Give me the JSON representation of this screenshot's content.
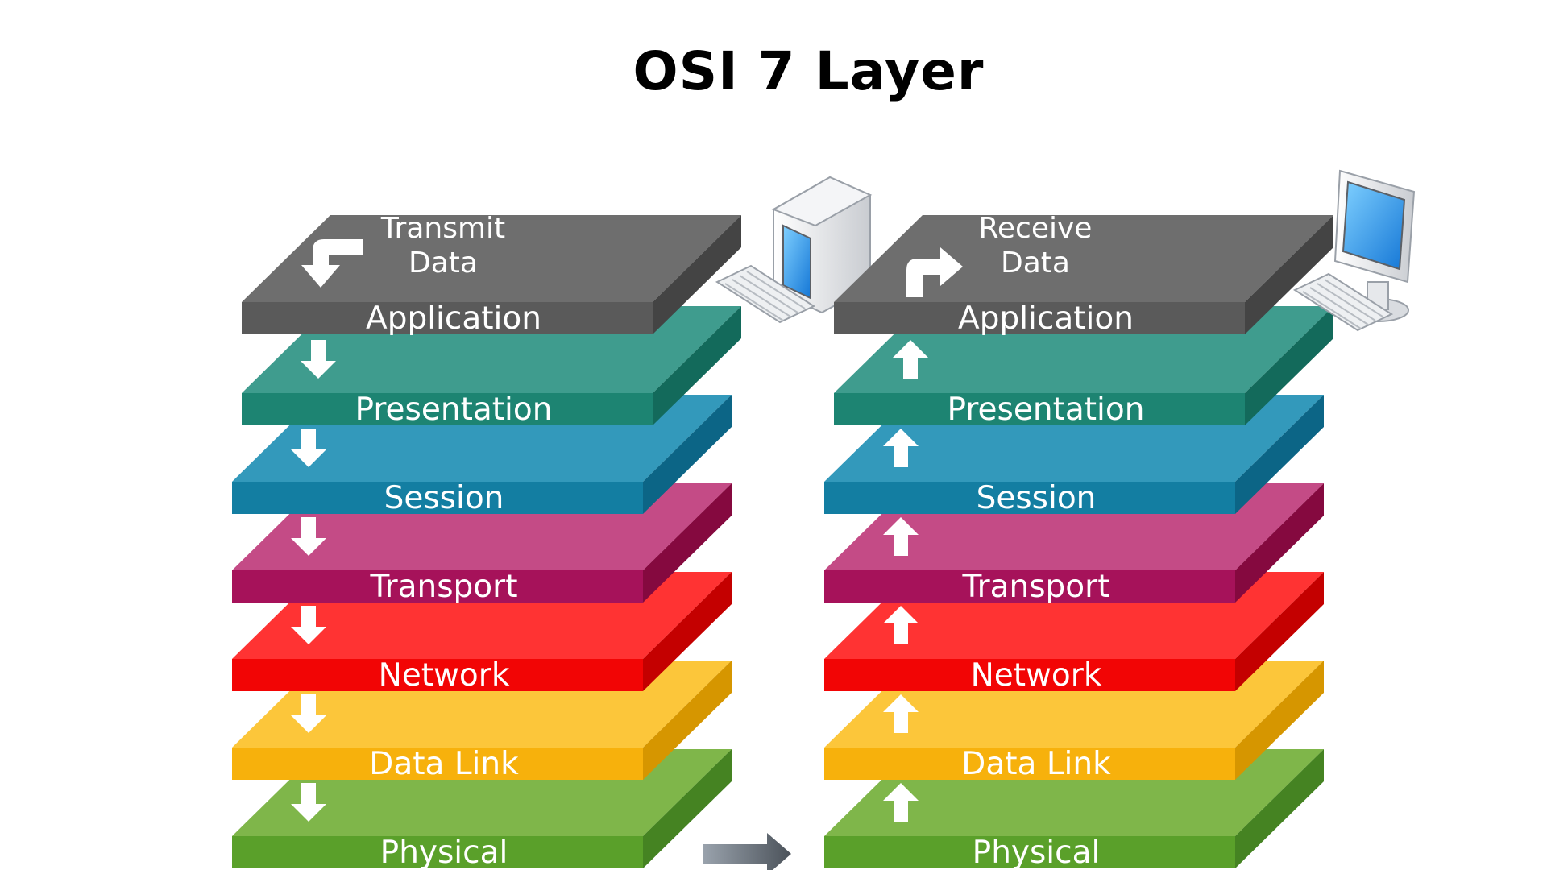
{
  "title": "OSI 7 Layer",
  "layers": [
    {
      "name": "Application",
      "top": "#6e6e6e",
      "front": "#5a5a5a",
      "side": "#444444"
    },
    {
      "name": "Presentation",
      "top": "#3f9c8e",
      "front": "#1d8472",
      "side": "#136a5b"
    },
    {
      "name": "Session",
      "top": "#3399bb",
      "front": "#137ea2",
      "side": "#0c6586"
    },
    {
      "name": "Transport",
      "top": "#c44b86",
      "front": "#a6125a",
      "side": "#85093f"
    },
    {
      "name": "Network",
      "top": "#ff3333",
      "front": "#f20505",
      "side": "#c40000"
    },
    {
      "name": "Data Link",
      "top": "#fcc63a",
      "front": "#f7b10c",
      "side": "#d69600"
    },
    {
      "name": "Physical",
      "top": "#7fb64a",
      "front": "#5aa02a",
      "side": "#458322"
    }
  ],
  "transmit": {
    "line1": "Transmit",
    "line2": "Data",
    "direction": "down"
  },
  "receive": {
    "line1": "Receive",
    "line2": "Data",
    "direction": "up"
  },
  "connector_icon": "right-arrow-icon",
  "computer_icon": "computer-icon"
}
